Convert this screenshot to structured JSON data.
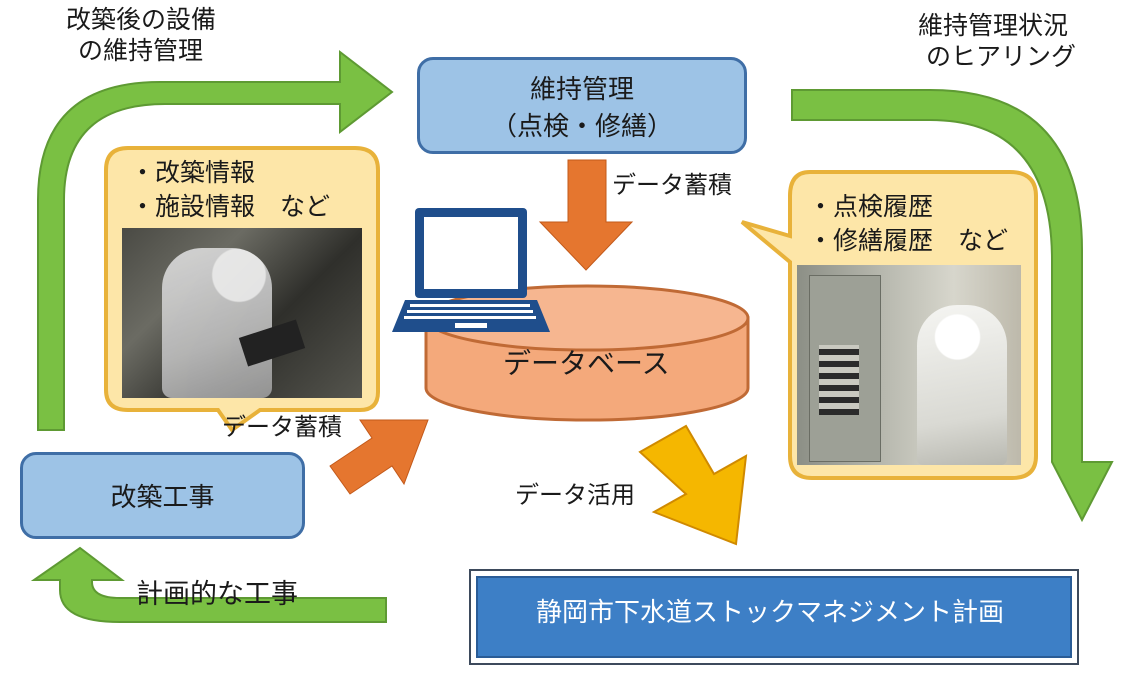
{
  "nodes": {
    "maintenance": {
      "line1": "維持管理",
      "line2": "（点検・修繕）"
    },
    "renovation": {
      "label": "改築工事"
    },
    "database": {
      "label": "データベース"
    },
    "plan": {
      "label": "静岡市下水道ストックマネジメント計画"
    }
  },
  "flows": {
    "top_left": {
      "line1": "改築後の設備",
      "line2": "の維持管理"
    },
    "top_right": {
      "line1": "維持管理状況",
      "line2": "のヒアリング"
    },
    "bottom_left": {
      "label": "計画的な工事"
    },
    "accumulate_top": {
      "label": "データ蓄積"
    },
    "accumulate_left": {
      "label": "データ蓄積"
    },
    "utilize": {
      "label": "データ活用"
    }
  },
  "bubbles": {
    "left": {
      "items": [
        "・改築情報",
        "・施設情報　など"
      ]
    },
    "right": {
      "items": [
        "・点検履歴",
        "・修繕履歴　など"
      ]
    }
  },
  "colors": {
    "green_arrow": "#7ac043",
    "orange_arrow": "#e5762f",
    "yellow_arrow": "#f5b700",
    "blue_box": "#9dc3e6",
    "blue_box_border": "#3f6ea6",
    "cylinder_fill": "#f4a97b",
    "cylinder_border": "#c06a35",
    "bubble_fill": "#fde6a8",
    "bubble_border": "#e8b23a",
    "plan_fill": "#3d7fc6",
    "laptop": "#1f4e8c"
  }
}
